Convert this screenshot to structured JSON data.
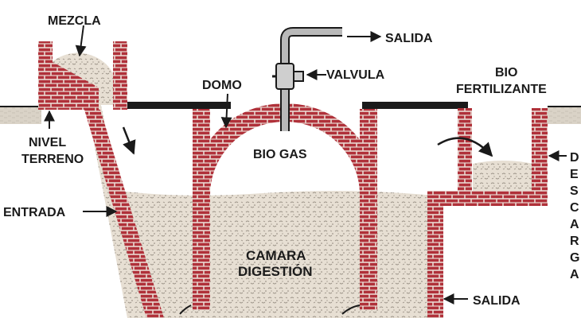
{
  "diagram": {
    "labels": {
      "mezcla": "MEZCLA",
      "salida_gas": "SALIDA",
      "valvula": "VALVULA",
      "domo": "DOMO",
      "bio_fertilizante_1": "BIO",
      "bio_fertilizante_2": "FERTILIZANTE",
      "nivel_terreno_1": "NIVEL",
      "nivel_terreno_2": "TERRENO",
      "bio_gas": "BIO GAS",
      "entrada": "ENTRADA",
      "camara_1": "CAMARA",
      "camara_2": "DIGESTIÓN",
      "salida_lodo": "SALIDA",
      "descarga": [
        "D",
        "E",
        "S",
        "C",
        "A",
        "R",
        "G",
        "A"
      ]
    },
    "colors": {
      "brick": "#b0313a",
      "mortar": "#e9d9d2",
      "sludge": "#e5ddd0",
      "ground": "#d9d2c6",
      "slab": "#1a1a1a",
      "pipe": "#b9b9b9"
    }
  }
}
